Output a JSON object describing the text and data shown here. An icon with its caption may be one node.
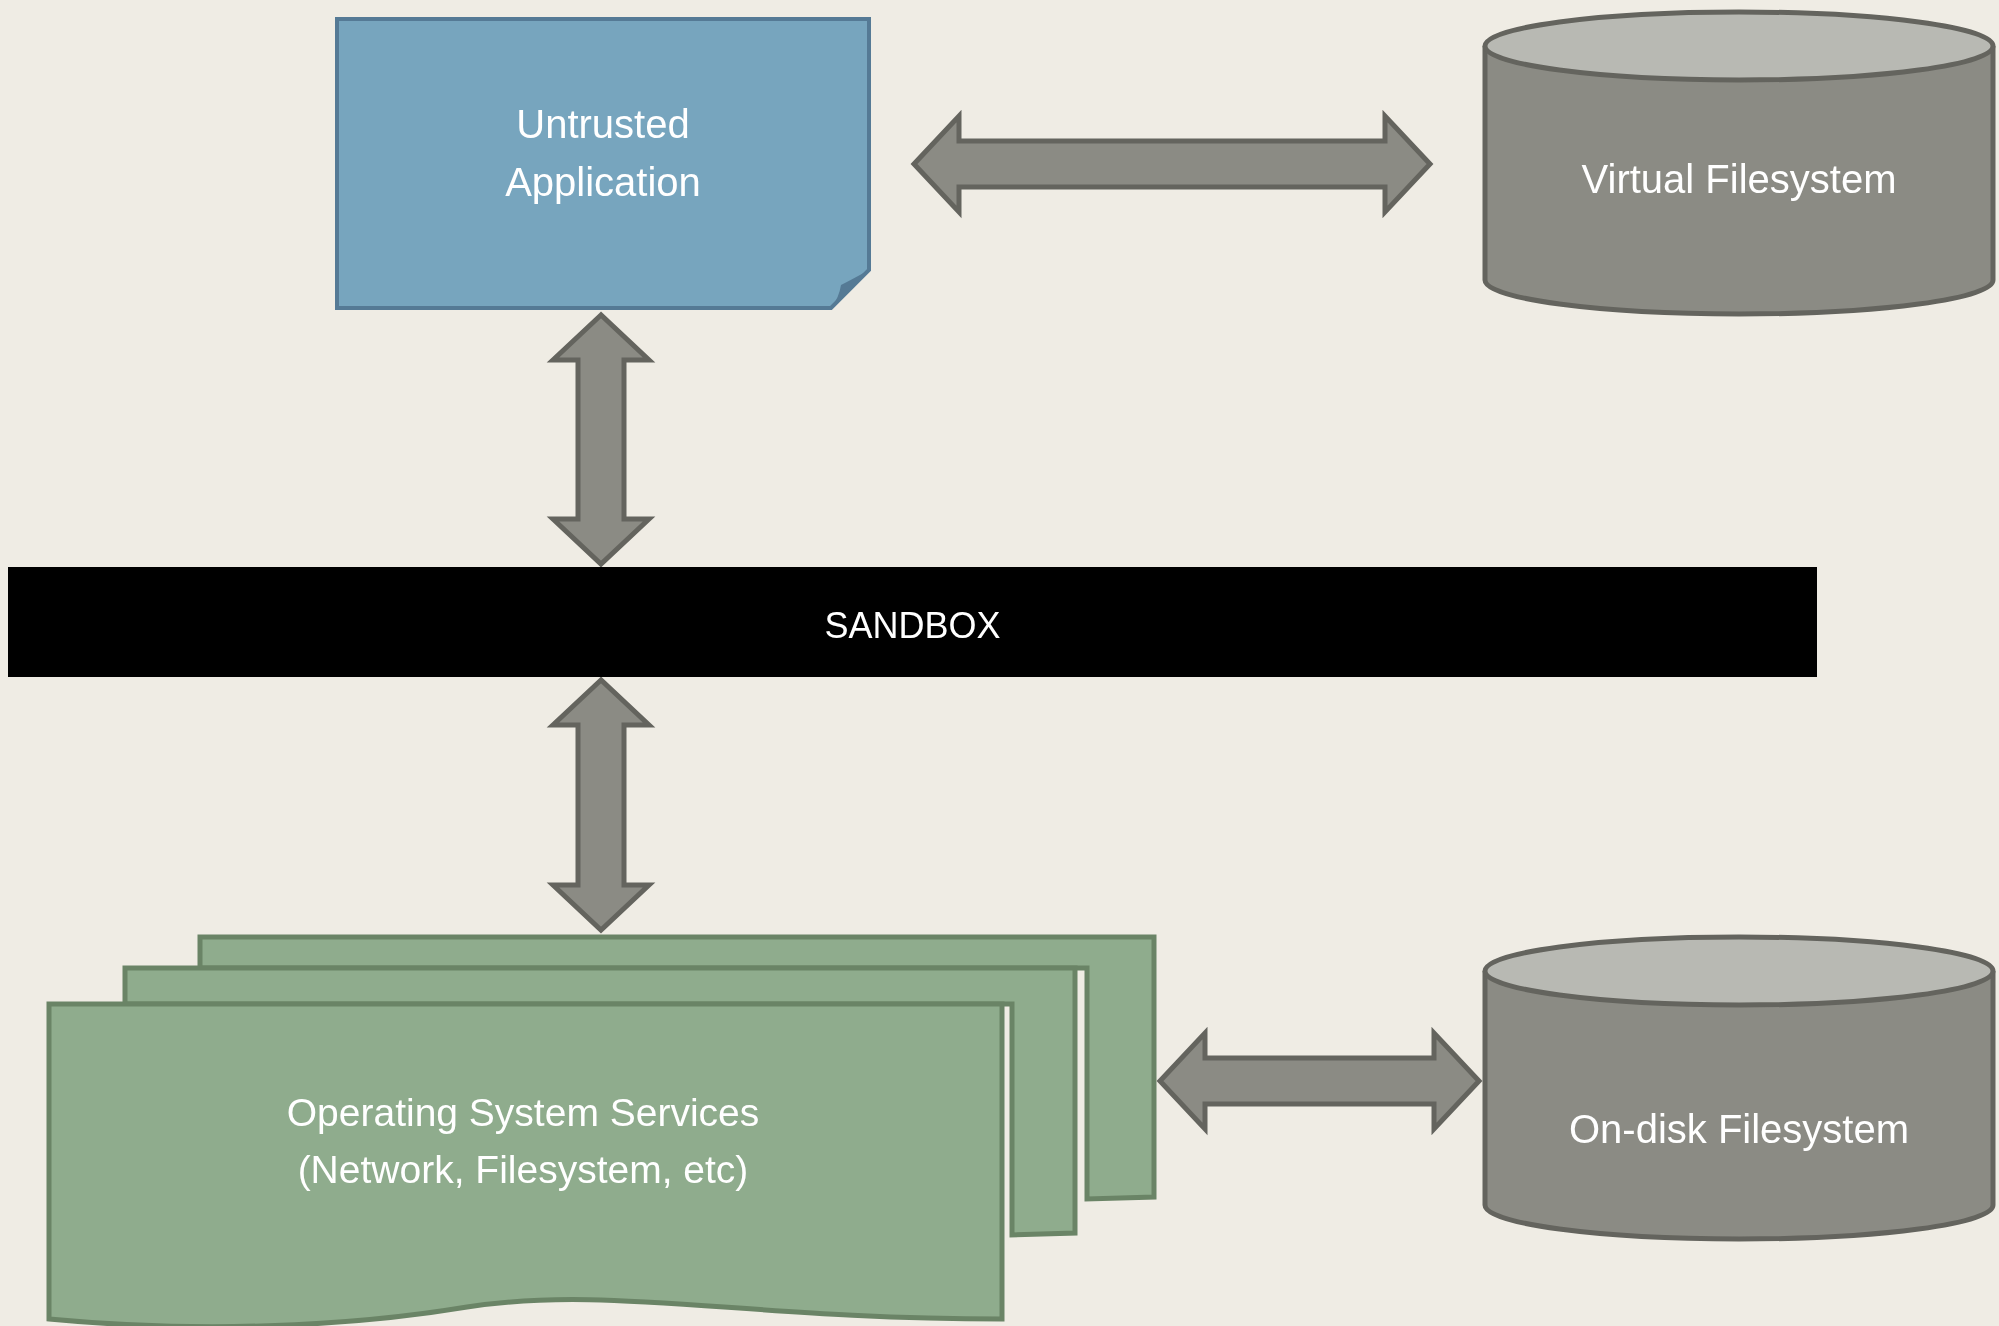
{
  "diagram": {
    "nodes": [
      {
        "text": [
          "Untrusted Application"
        ]
      },
      {
        "text": [
          "Virtual Filesystem"
        ]
      },
      {
        "text": [
          "SANDBOX"
        ]
      },
      {
        "text": [
          "Operating System Services (Network, Filesystem, etc)"
        ]
      },
      {
        "text": [
          "On-disk Filesystem"
        ]
      }
    ],
    "edges": [
      {
        "from": 0,
        "to": 1,
        "arrow": "both"
      },
      {
        "from": 0,
        "to": 2,
        "arrow": "both"
      },
      {
        "from": 2,
        "to": 3,
        "arrow": "both"
      },
      {
        "from": 3,
        "to": 4,
        "arrow": "both"
      }
    ]
  }
}
